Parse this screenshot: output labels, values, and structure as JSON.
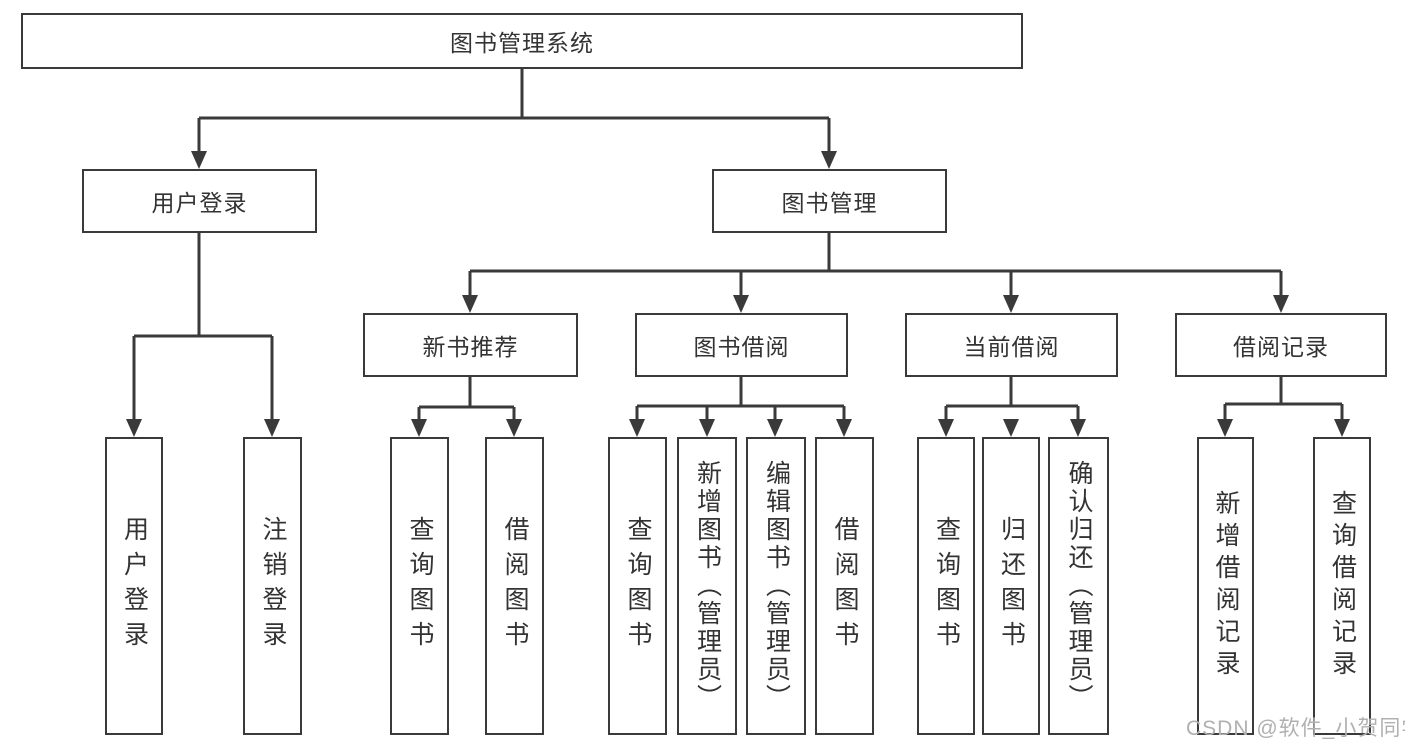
{
  "diagram_title": "图书管理系统",
  "watermark": "CSDN @软件_小贺同学",
  "colors": {
    "line": "#3a3a3a",
    "box_fill": "#ffffff",
    "text": "#333333",
    "watermark": "#b0b0b0"
  },
  "tree": {
    "root": {
      "label": "图书管理系统"
    },
    "branches": [
      {
        "label": "用户登录",
        "children": [
          {
            "label": "用户登录"
          },
          {
            "label": "注销登录"
          }
        ]
      },
      {
        "label": "图书管理",
        "children": [
          {
            "label": "新书推荐",
            "children": [
              {
                "label": "查询图书"
              },
              {
                "label": "借阅图书"
              }
            ]
          },
          {
            "label": "图书借阅",
            "children": [
              {
                "label": "查询图书"
              },
              {
                "label": "新增图书（管理员）"
              },
              {
                "label": "编辑图书（管理员）"
              },
              {
                "label": "借阅图书"
              }
            ]
          },
          {
            "label": "当前借阅",
            "children": [
              {
                "label": "查询图书"
              },
              {
                "label": "归还图书"
              },
              {
                "label": "确认归还（管理员）"
              }
            ]
          },
          {
            "label": "借阅记录",
            "children": [
              {
                "label": "新增借阅记录"
              },
              {
                "label": "查询借阅记录"
              }
            ]
          }
        ]
      }
    ]
  }
}
